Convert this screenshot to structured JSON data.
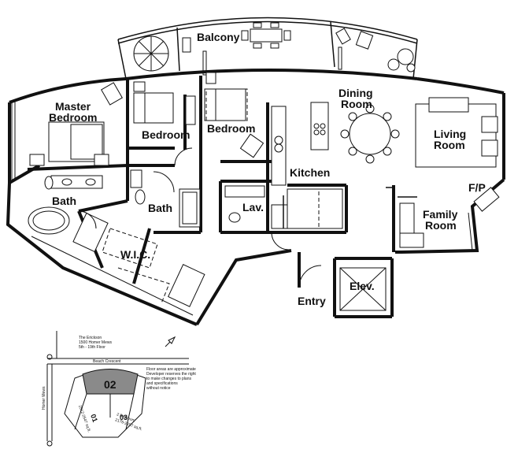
{
  "rooms": {
    "balcony": "Balcony",
    "master_bedroom_line1": "Master",
    "master_bedroom_line2": "Bedroom",
    "bedroom_a": "Bedroom",
    "bedroom_b": "Bedroom",
    "dining_line1": "Dining",
    "dining_line2": "Room",
    "living_line1": "Living",
    "living_line2": "Room",
    "kitchen": "Kitchen",
    "bath_master": "Bath",
    "bath_second": "Bath",
    "lav": "Lav.",
    "wic": "W.I.C.",
    "fp": "F/P",
    "family_line1": "Family",
    "family_line2": "Room",
    "elevator": "Elev.",
    "entry": "Entry"
  },
  "keyplan": {
    "building_name": "The Erickson",
    "address": "1500 Homer Mews",
    "floors": "5th - 19th Floor",
    "street_top": "Beach Crescent",
    "street_side": "Homer Mews",
    "unit_highlighted": "02",
    "unit_left": "01",
    "unit_right": "03",
    "unit_right_bedrooms": "2 Bedroom",
    "unit_right_area": "2176-2257 sq.ft.",
    "unit_left_area": "2512-2547 sq.ft.",
    "notes": [
      "Floor areas are approximate",
      "Developer reserves the right",
      "to make changes to plans",
      "and specifications",
      "without notice"
    ],
    "highlight_color": "#8a8a8a"
  }
}
